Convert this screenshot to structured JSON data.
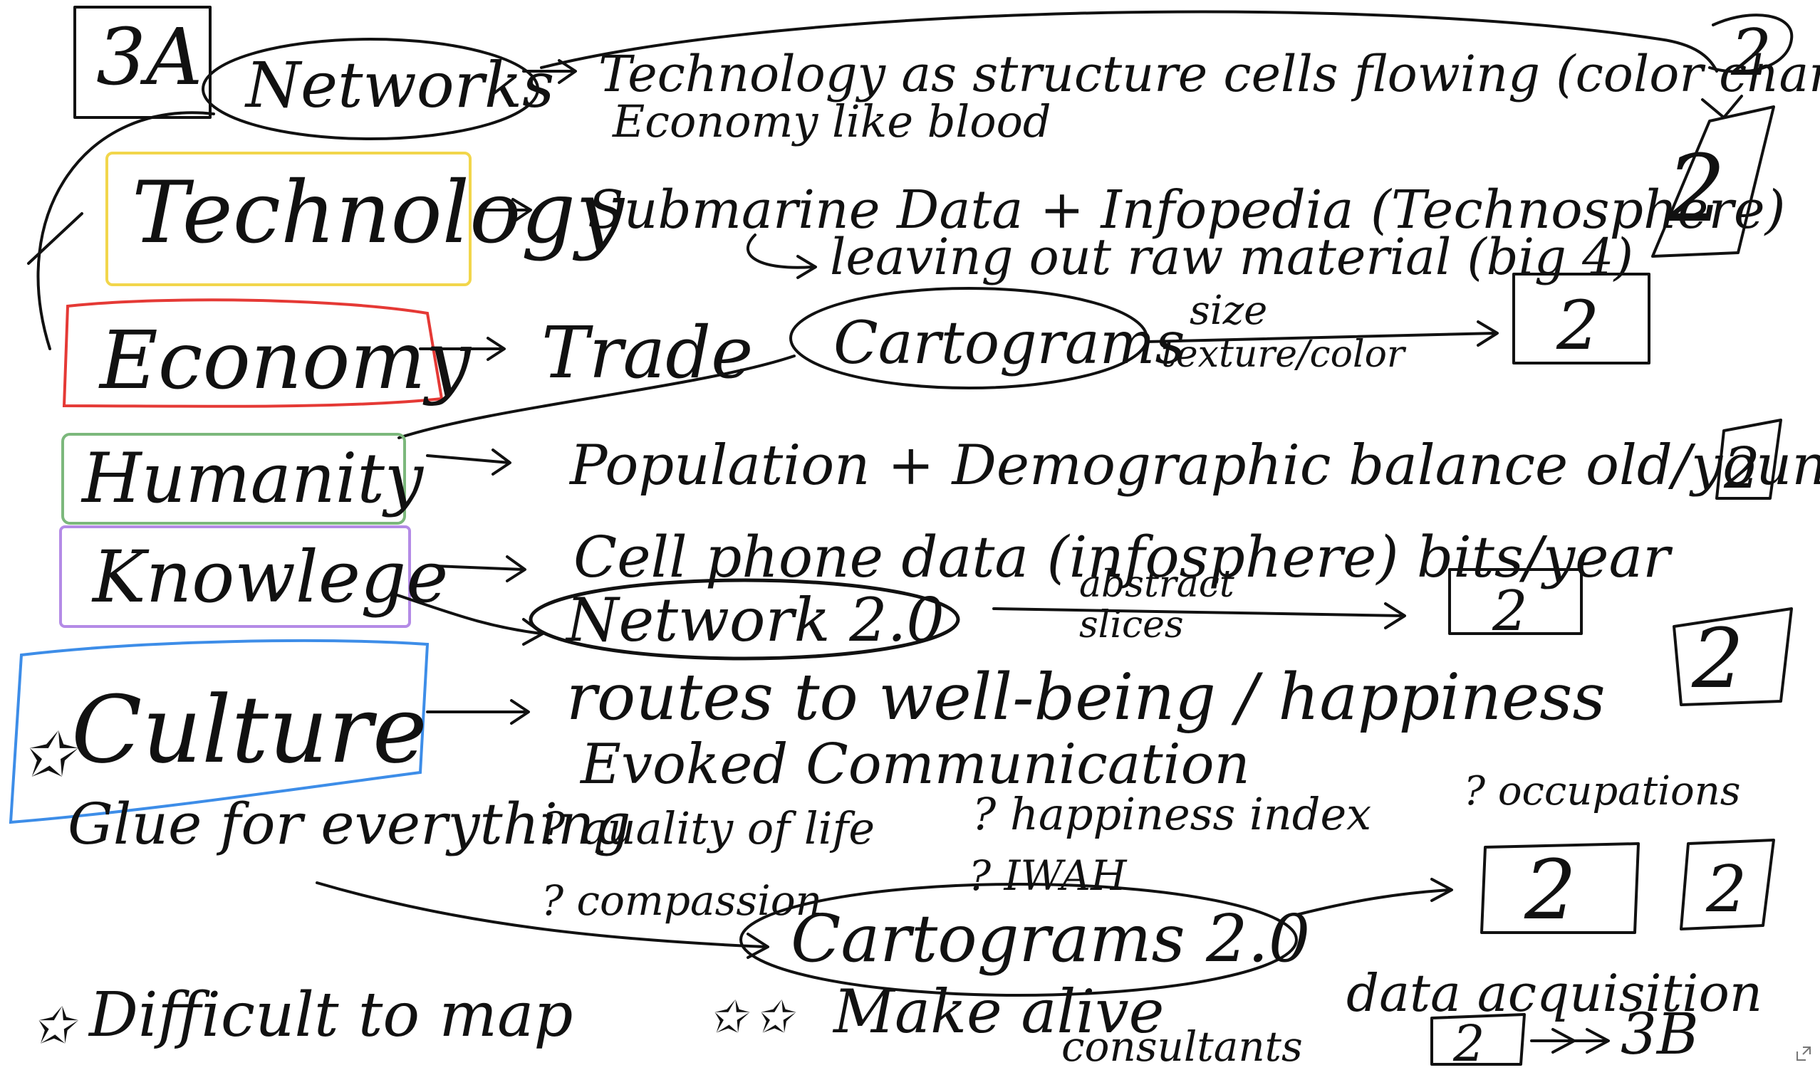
{
  "page_label": "3A",
  "colors": {
    "ink": "#111111",
    "technology_box": "#f2d64b",
    "economy_box": "#e53935",
    "humanity_box": "#7cb87c",
    "knowledge_box": "#b48be6",
    "culture_box": "#3d8de8"
  },
  "categories": {
    "networks": "Networks",
    "technology": "Technology",
    "economy": "Economy",
    "humanity": "Humanity",
    "knowledge": "Knowlege",
    "culture": "Culture"
  },
  "notes": {
    "networks_line1": "Technology as structure  cells flowing (color chan",
    "networks_line2": "Economy like blood",
    "technology_line1": "Submarine Data + Infopedia  (Technosphere)",
    "technology_line2": "leaving out  raw material (big 4)",
    "economy_trade": "Trade",
    "economy_cartograms": "Cartograms",
    "economy_size": "size",
    "economy_size2": "texture/color",
    "humanity_line": "Population + Demographic  balance old/young",
    "knowledge_line": "Cell phone data (infosphere) bits/year",
    "knowledge_network": "Network 2.0",
    "knowledge_abstract1": "abstract",
    "knowledge_abstract2": "slices",
    "culture_line1": "routes to well-being / happiness",
    "culture_line2": "Evoked  Communication",
    "culture_q1": "? quality of life",
    "culture_q2": "? happiness index",
    "culture_q3": "? occupations",
    "culture_q4": "? compassion",
    "culture_q5": "? IWAH",
    "glue": "Glue for everything",
    "cartograms2": "Cartograms 2.0",
    "difficult": "Difficult to map",
    "make_alive": "Make alive",
    "consultants": "consultants",
    "data_acq": "data acquisition",
    "to_3b": "3B"
  },
  "marks": {
    "two": "2",
    "star": "✩"
  },
  "icons": {
    "corner": "expand-corner-icon"
  }
}
